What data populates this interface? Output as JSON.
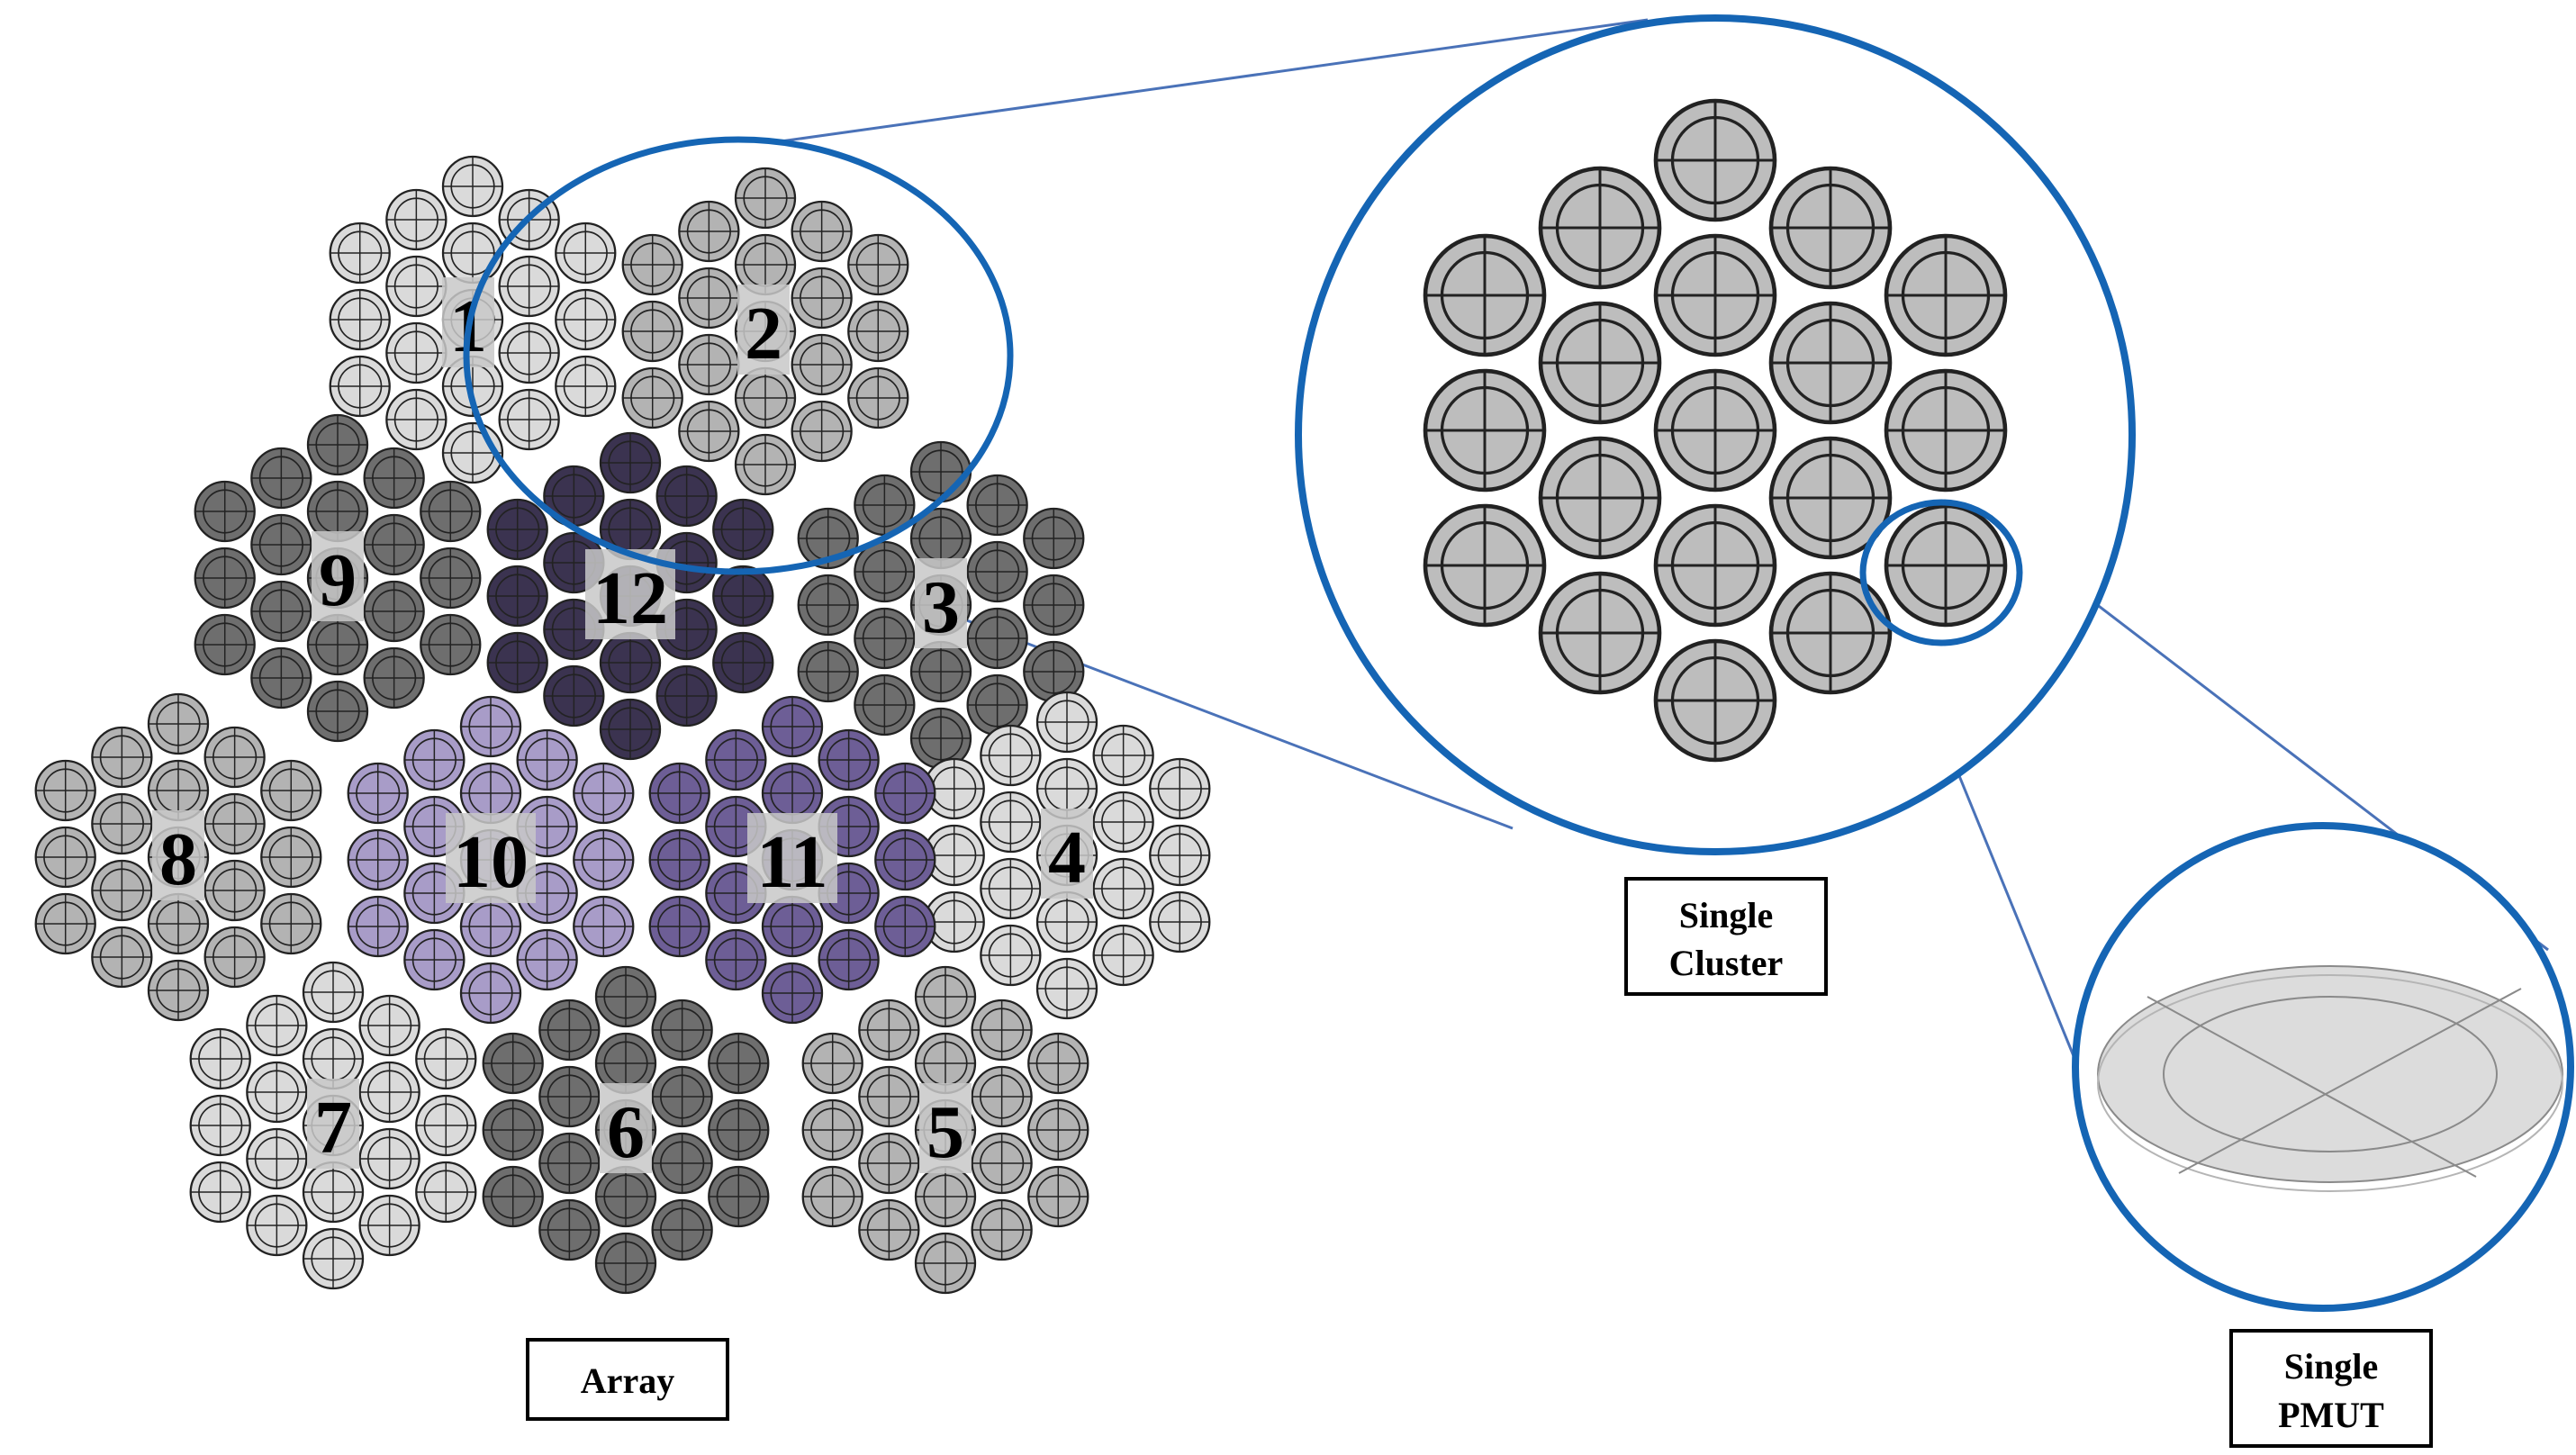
{
  "labels": {
    "array": "Array",
    "cluster_line1": "Single",
    "cluster_line2": "Cluster",
    "pmut_line1": "Single",
    "pmut_line2": "PMUT"
  },
  "cluster_numbers": [
    {
      "id": 1,
      "text": "1",
      "shade": "light"
    },
    {
      "id": 2,
      "text": "2",
      "shade": "gray"
    },
    {
      "id": 3,
      "text": "3",
      "shade": "dark"
    },
    {
      "id": 4,
      "text": "4",
      "shade": "light"
    },
    {
      "id": 5,
      "text": "5",
      "shade": "gray"
    },
    {
      "id": 6,
      "text": "6",
      "shade": "dark"
    },
    {
      "id": 7,
      "text": "7",
      "shade": "light"
    },
    {
      "id": 8,
      "text": "8",
      "shade": "gray"
    },
    {
      "id": 9,
      "text": "9",
      "shade": "dark"
    },
    {
      "id": 10,
      "text": "10",
      "shade": "lavender"
    },
    {
      "id": 11,
      "text": "11",
      "shade": "purple"
    },
    {
      "id": 12,
      "text": "12",
      "shade": "deep"
    }
  ],
  "colors": {
    "callout_blue": "#1565b4",
    "connector_blue": "#4a72b8",
    "light": "#dadada",
    "gray": "#b3b3b3",
    "dark": "#6e6e6e",
    "lavender": "#a89cc8",
    "purple": "#6d5e96",
    "deep": "#3b3350",
    "cluster_fill": "#bdbdbd",
    "pmut_fill": "#dcdcdc"
  }
}
